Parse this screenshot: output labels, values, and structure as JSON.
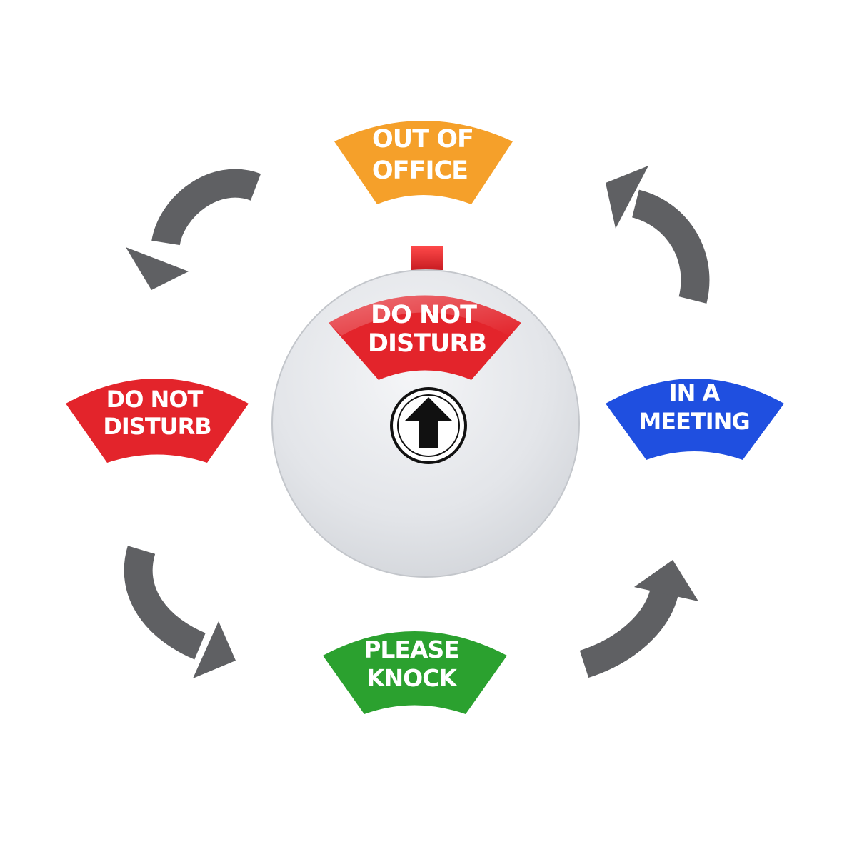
{
  "labels": {
    "top": {
      "line1": "OUT OF",
      "line2": "OFFICE",
      "color": "#f5a02a"
    },
    "left": {
      "line1": "DO NOT",
      "line2": "DISTURB",
      "color": "#e3242b"
    },
    "right": {
      "line1": "IN A",
      "line2": "MEETING",
      "color": "#1f4fe0"
    },
    "bottom": {
      "line1": "PLEASE",
      "line2": "KNOCK",
      "color": "#2ba12f"
    }
  },
  "dial": {
    "window": {
      "line1": "DO NOT",
      "line2": "DISTURB",
      "color": "#e3242b"
    },
    "pointer_icon": "arrow-up-icon",
    "tab_color": "#e3242b",
    "face_color": "#e4e6ea"
  },
  "arrows": {
    "color": "#5f6063",
    "icons": [
      "curved-arrow-icon",
      "curved-arrow-icon",
      "curved-arrow-icon",
      "curved-arrow-icon"
    ]
  }
}
